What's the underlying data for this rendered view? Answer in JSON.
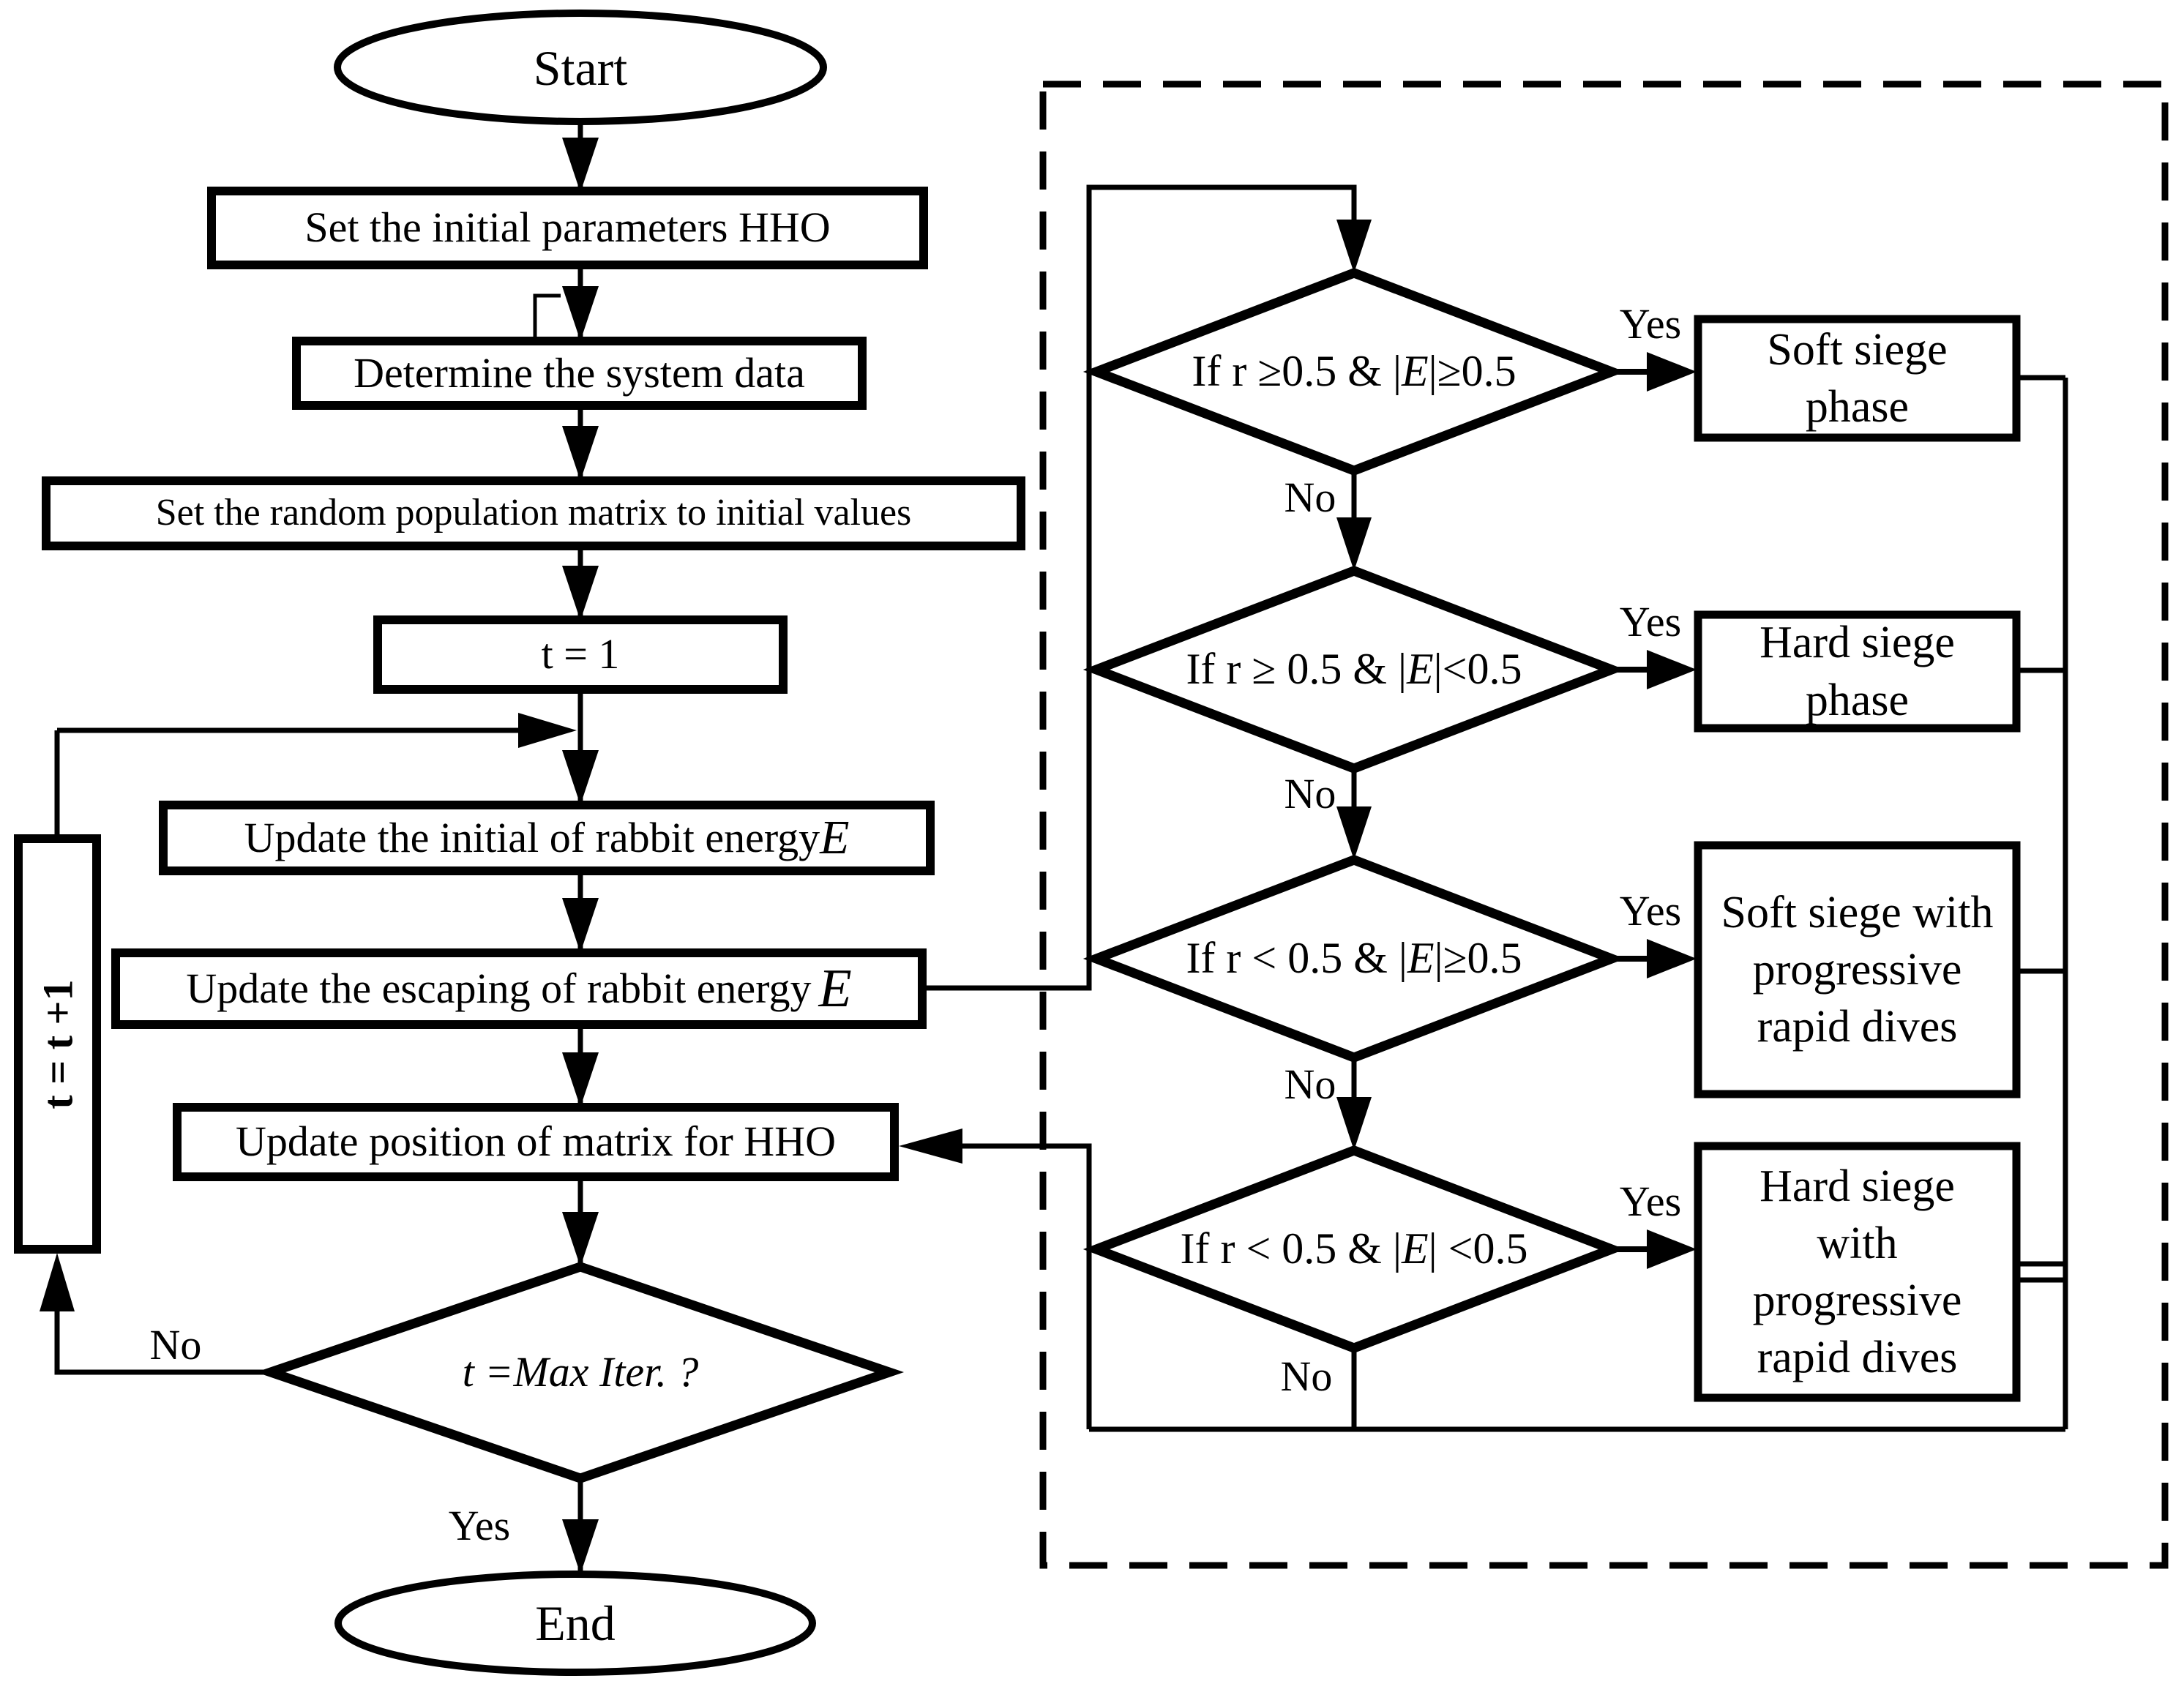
{
  "colors": {
    "ink": "#000000",
    "paper": "#ffffff"
  },
  "nodes": {
    "start": "Start",
    "step_params": "Set the initial parameters HHO",
    "step_system": "Determine the system data",
    "step_population": "Set the random population matrix to initial values",
    "step_t1": "t = 1",
    "step_initial_energy_text": "Update the initial of rabbit energy",
    "step_initial_energy_var": "E",
    "step_escaping_energy_text": "Update the escaping of rabbit energy",
    "step_escaping_energy_var": "E",
    "step_position": "Update position of matrix for HHO",
    "loop_counter": "t = t +1",
    "decision_main": "t =Max Iter. ?",
    "end": "End"
  },
  "labels": {
    "yes": "Yes",
    "no": "No"
  },
  "panel": {
    "decisions": [
      {
        "before": "If r ≥0.5 & |",
        "var": "E",
        "after": "|≥0.5"
      },
      {
        "before": "If r ≥ 0.5 & |",
        "var": "E",
        "after": "|<0.5"
      },
      {
        "before": "If r < 0.5 & |",
        "var": "E",
        "after": "|≥0.5"
      },
      {
        "before": "If r < 0.5 & |",
        "var": "E",
        "after": "| <0.5"
      }
    ],
    "outcomes": [
      "Soft siege\nphase",
      "Hard siege\nphase",
      "Soft siege with\nprogressive\nrapid dives",
      "Hard siege\nwith\nprogressive\nrapid dives"
    ]
  }
}
